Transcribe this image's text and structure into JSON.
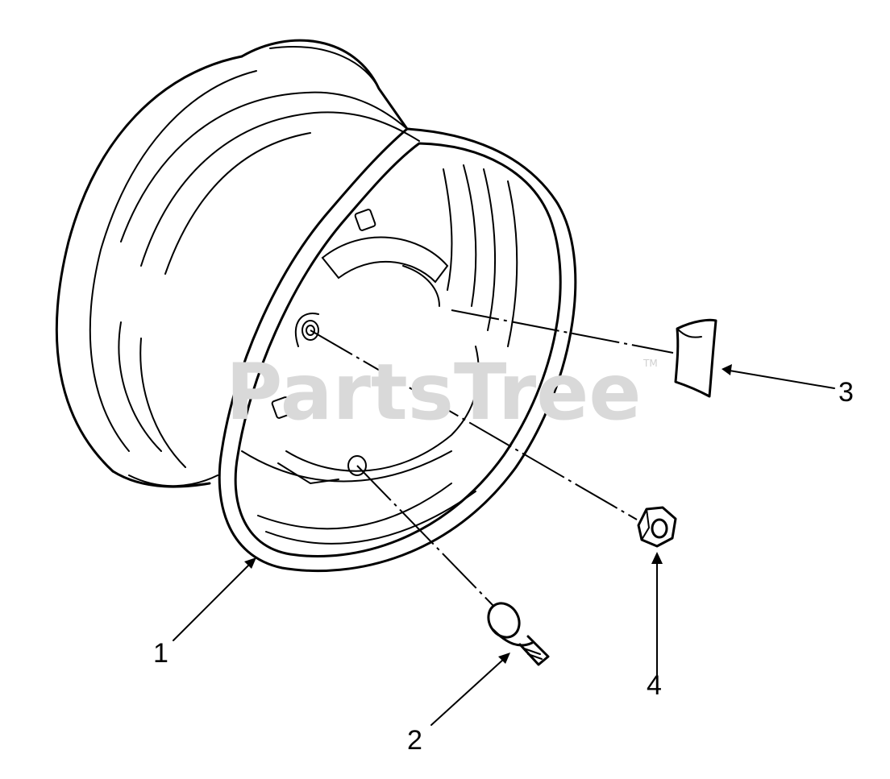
{
  "watermark": {
    "text": "PartsTree",
    "trademark": "TM"
  },
  "callouts": [
    {
      "id": "1",
      "label": "1"
    },
    {
      "id": "2",
      "label": "2"
    },
    {
      "id": "3",
      "label": "3"
    },
    {
      "id": "4",
      "label": "4"
    }
  ],
  "colors": {
    "ink": "#000000",
    "watermark": "#d9d9d9",
    "background": "#ffffff"
  }
}
